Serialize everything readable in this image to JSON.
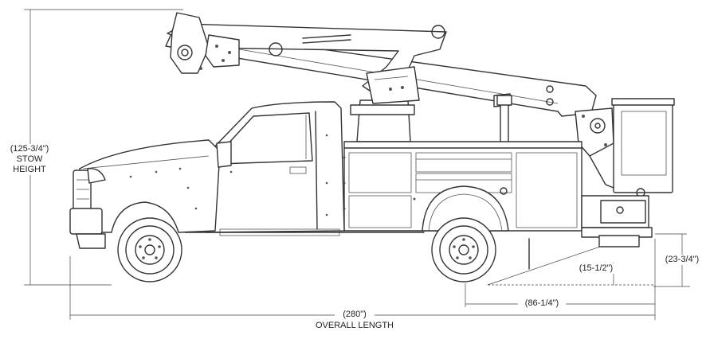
{
  "dimensions": {
    "stow_height": {
      "value": "(125-3/4\")",
      "line1": "STOW",
      "line2": "HEIGHT"
    },
    "overall_length": {
      "value": "(280\")",
      "caption": "OVERALL LENGTH"
    },
    "rear_overhang": {
      "value": "(86-1/4\")"
    },
    "bumper_height": {
      "value": "(23-3/4\")"
    },
    "departure_clearance": {
      "value": "(15-1/2\")"
    }
  },
  "colors": {
    "line": "#333333",
    "background": "#ffffff"
  }
}
